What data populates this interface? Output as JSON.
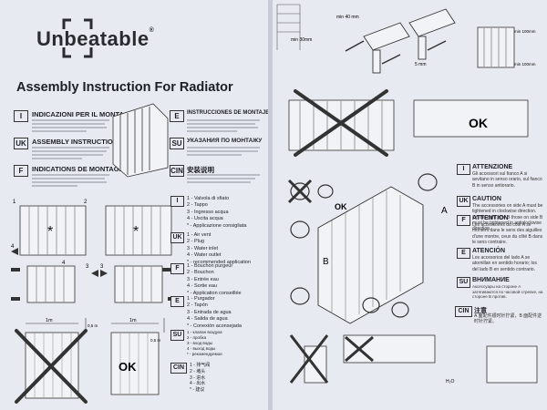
{
  "brand": {
    "name": "Unbeatable",
    "mark": "®"
  },
  "title": "Assembly Instruction For Radiator",
  "languages": [
    {
      "code": "I",
      "heading": "INDICAZIONI PER IL MONTAGGIO"
    },
    {
      "code": "UK",
      "heading": "ASSEMBLY INSTRUCTIONS"
    },
    {
      "code": "F",
      "heading": "INDICATIONS DE MONTAGE"
    },
    {
      "code": "E",
      "heading": "INSTRUCCIONES DE MONTAJE"
    },
    {
      "code": "SU",
      "heading": "УКАЗАНИЯ ПО МОНТАЖУ"
    },
    {
      "code": "CIN",
      "heading": "安装说明"
    }
  ],
  "parts_lists": [
    {
      "code": "I",
      "items": [
        "1 - Valvola di sfiato",
        "2 - Tappo",
        "3 - Ingresso acqua",
        "4 - Uscita acqua",
        "* - Applicazione consigliata"
      ]
    },
    {
      "code": "UK",
      "items": [
        "1 - Air vent",
        "2 - Plug",
        "3 - Water inlet",
        "4 - Water outlet",
        "* - recommended application"
      ]
    },
    {
      "code": "F",
      "items": [
        "1 - Bouchon purgeur",
        "2 - Bouchon",
        "3 - Entrée eau",
        "4 - Sortie eau",
        "* - Application conseillée"
      ]
    },
    {
      "code": "E",
      "items": [
        "1 - Purgador",
        "2 - Tapón",
        "3 - Entrada de agua",
        "4 - Salida de agua",
        "* - Conexión aconsejada"
      ]
    },
    {
      "code": "SU",
      "items": [
        "1 - клапан воздуха",
        "2 - пробка",
        "3 - вход воды",
        "4 - выход воды",
        "* - рекомендуемое"
      ]
    },
    {
      "code": "CIN",
      "items": [
        "1 - 排气阀",
        "2 - 堵头",
        "3 - 进水",
        "4 - 出水",
        "* - 建议"
      ]
    }
  ],
  "diagram_labels": {
    "star": "*",
    "n1": "1",
    "n2": "2",
    "n3": "3",
    "n4": "4",
    "dim1": "1m",
    "dim2": "0,5 m",
    "ok": "OK",
    "mm40": "min 40 mm",
    "mm30": "min 30mm",
    "mm5": "5 mm",
    "mm100": "min 100mm",
    "mm100b": "min 100mm",
    "A": "A",
    "B": "B",
    "h2o": "H₂O"
  },
  "notes": [
    {
      "code": "I",
      "heading": "ATTENZIONE",
      "text": "Gli accessori sul fianco A si avvitano in senso orario, sul fianco B in senso antiorario."
    },
    {
      "code": "UK",
      "heading": "CAUTION",
      "text": "The accessories on side A must be tightened in clockwise direction. On the right side B those on side B must be tightened in anticlockwise direction."
    },
    {
      "code": "F",
      "heading": "ATTENTION",
      "text": "Les accessoires du côté A se montent dans le sens des aiguilles d'une montre, ceux du côté B dans le sens contraire."
    },
    {
      "code": "E",
      "heading": "ATENCIÓN",
      "text": "Los accesorios del lado A se atornillan en sentido horario; los del lado B en sentido contrario."
    },
    {
      "code": "SU",
      "heading": "ВНИМАНИЕ",
      "text": "Аксессуары на стороне A затягиваются по часовой стрелке, на стороне B против."
    },
    {
      "code": "CIN",
      "heading": "注意",
      "text": "A 面配件顺时针拧紧，B 面配件逆时针拧紧。"
    }
  ]
}
